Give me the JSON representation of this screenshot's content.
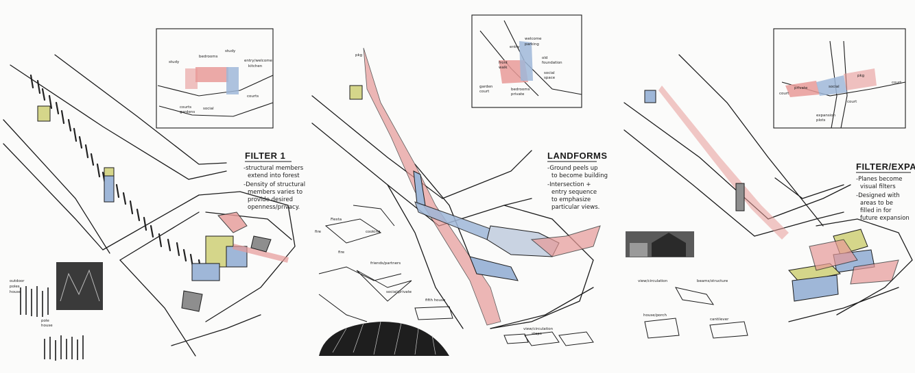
{
  "panels": [
    {
      "title": "FILTER 1",
      "notes": [
        "-structural members",
        "extend into forest",
        "-Density of structural",
        "members varies to",
        "provide desired",
        "openness/privacy."
      ],
      "plan_labels": [
        "study",
        "bedrooms",
        "study",
        "entry/welcome",
        "kitchen",
        "courts",
        "social",
        "courts",
        "gardens"
      ],
      "side_labels": [
        "outdoor",
        "poles",
        "house",
        "pole",
        "house"
      ]
    },
    {
      "title": "LANDFORMS",
      "notes": [
        "-Ground peels up",
        "to become building",
        "-Intersection +",
        "entry sequence",
        "to emphasize",
        "particular views."
      ],
      "plan_labels": [
        "entry",
        "welcome",
        "parking",
        "front",
        "walk",
        "old",
        "foundation",
        "social",
        "space",
        "garden",
        "court",
        "bedrooms",
        "private"
      ],
      "side_labels": [
        "pkg",
        "Fiesta",
        "fire",
        "fire",
        "cooking",
        "friends/partners",
        "social/private",
        "fifth house",
        "view/circulation",
        "steps"
      ]
    },
    {
      "title": "FILTER/EXPAND",
      "notes": [
        "-Planes become",
        "visual filters",
        "-Designed with",
        "areas to be",
        "filled in for",
        "future expansion"
      ],
      "plan_labels": [
        "court",
        "private",
        "social",
        "pkg",
        "court",
        "expansion",
        "plots",
        "court"
      ],
      "side_labels": [
        "view/circulation",
        "beams/structure",
        "house/porch",
        "cantilever"
      ]
    }
  ],
  "colors": {
    "ink": "#1a1a1a",
    "red": "#e79a98",
    "blue": "#9fb7d8",
    "yellow": "#d5d68a",
    "grey": "#8e8e8e"
  }
}
